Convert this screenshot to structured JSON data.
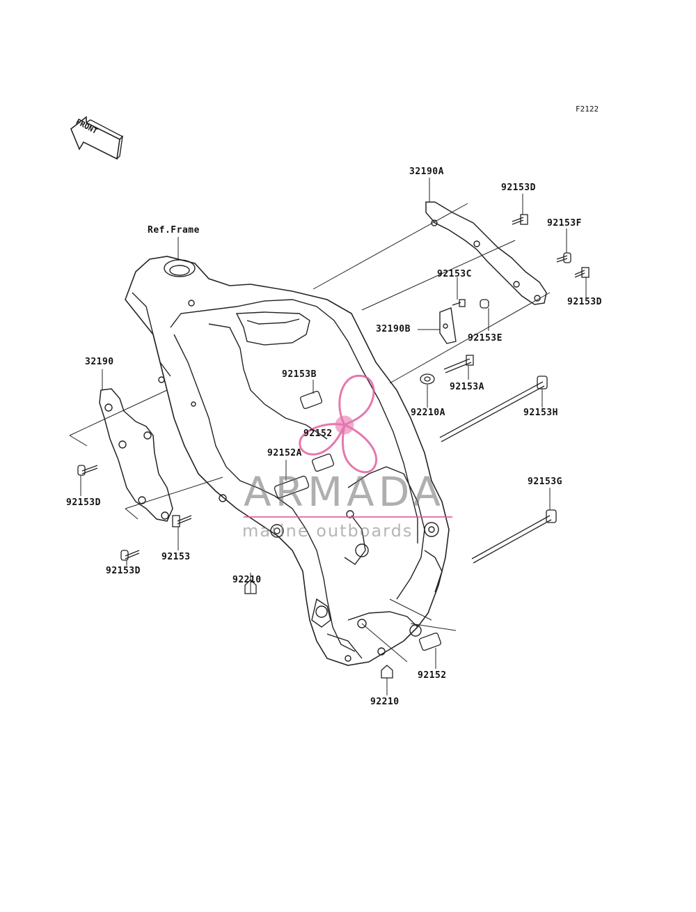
{
  "diagram_code": "F2122",
  "front_label": "FRONT",
  "watermark": {
    "brand": "ARMADA",
    "tagline": "marine outboards",
    "accent_color": "#e0559a"
  },
  "labels": {
    "ref_frame": "Ref.Frame",
    "p32190A": "32190A",
    "p92153D_top": "92153D",
    "p92153F": "92153F",
    "p92153C": "92153C",
    "p92153D_right": "92153D",
    "p32190B": "32190B",
    "p92153E": "92153E",
    "p32190": "32190",
    "p92153B": "92153B",
    "p92153A": "92153A",
    "p92210A": "92210A",
    "p92153H": "92153H",
    "p92152_mid": "92152",
    "p92152A": "92152A",
    "p92153D_left": "92153D",
    "p92153G": "92153G",
    "p92153": "92153",
    "p92153D_bottom": "92153D",
    "p92210_mid": "92210",
    "p92152_bottom": "92152",
    "p92210_bottom": "92210"
  }
}
